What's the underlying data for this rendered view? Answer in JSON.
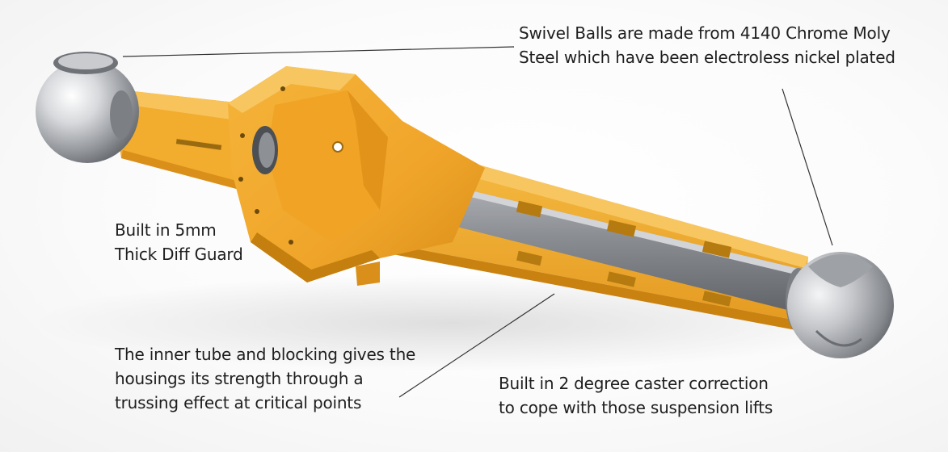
{
  "callouts": {
    "swivel_balls": {
      "line1": "Swivel Balls are made from 4140 Chrome Moly",
      "line2": "Steel which have been electroless nickel plated"
    },
    "diff_guard": {
      "line1": "Built in 5mm",
      "line2": "Thick Diff Guard"
    },
    "inner_tube": {
      "line1": "The inner tube and blocking gives the",
      "line2": "housings its strength through a",
      "line3": "trussing effect at critical points"
    },
    "caster": {
      "line1": "Built in 2 degree caster correction",
      "line2": "to cope with those suspension lifts"
    }
  },
  "colors": {
    "housing": "#f2ac2e",
    "housing_dark": "#d98f1a",
    "tube": "#8f9196",
    "chrome": "#c9cbcf",
    "text": "#1e1e1e"
  }
}
